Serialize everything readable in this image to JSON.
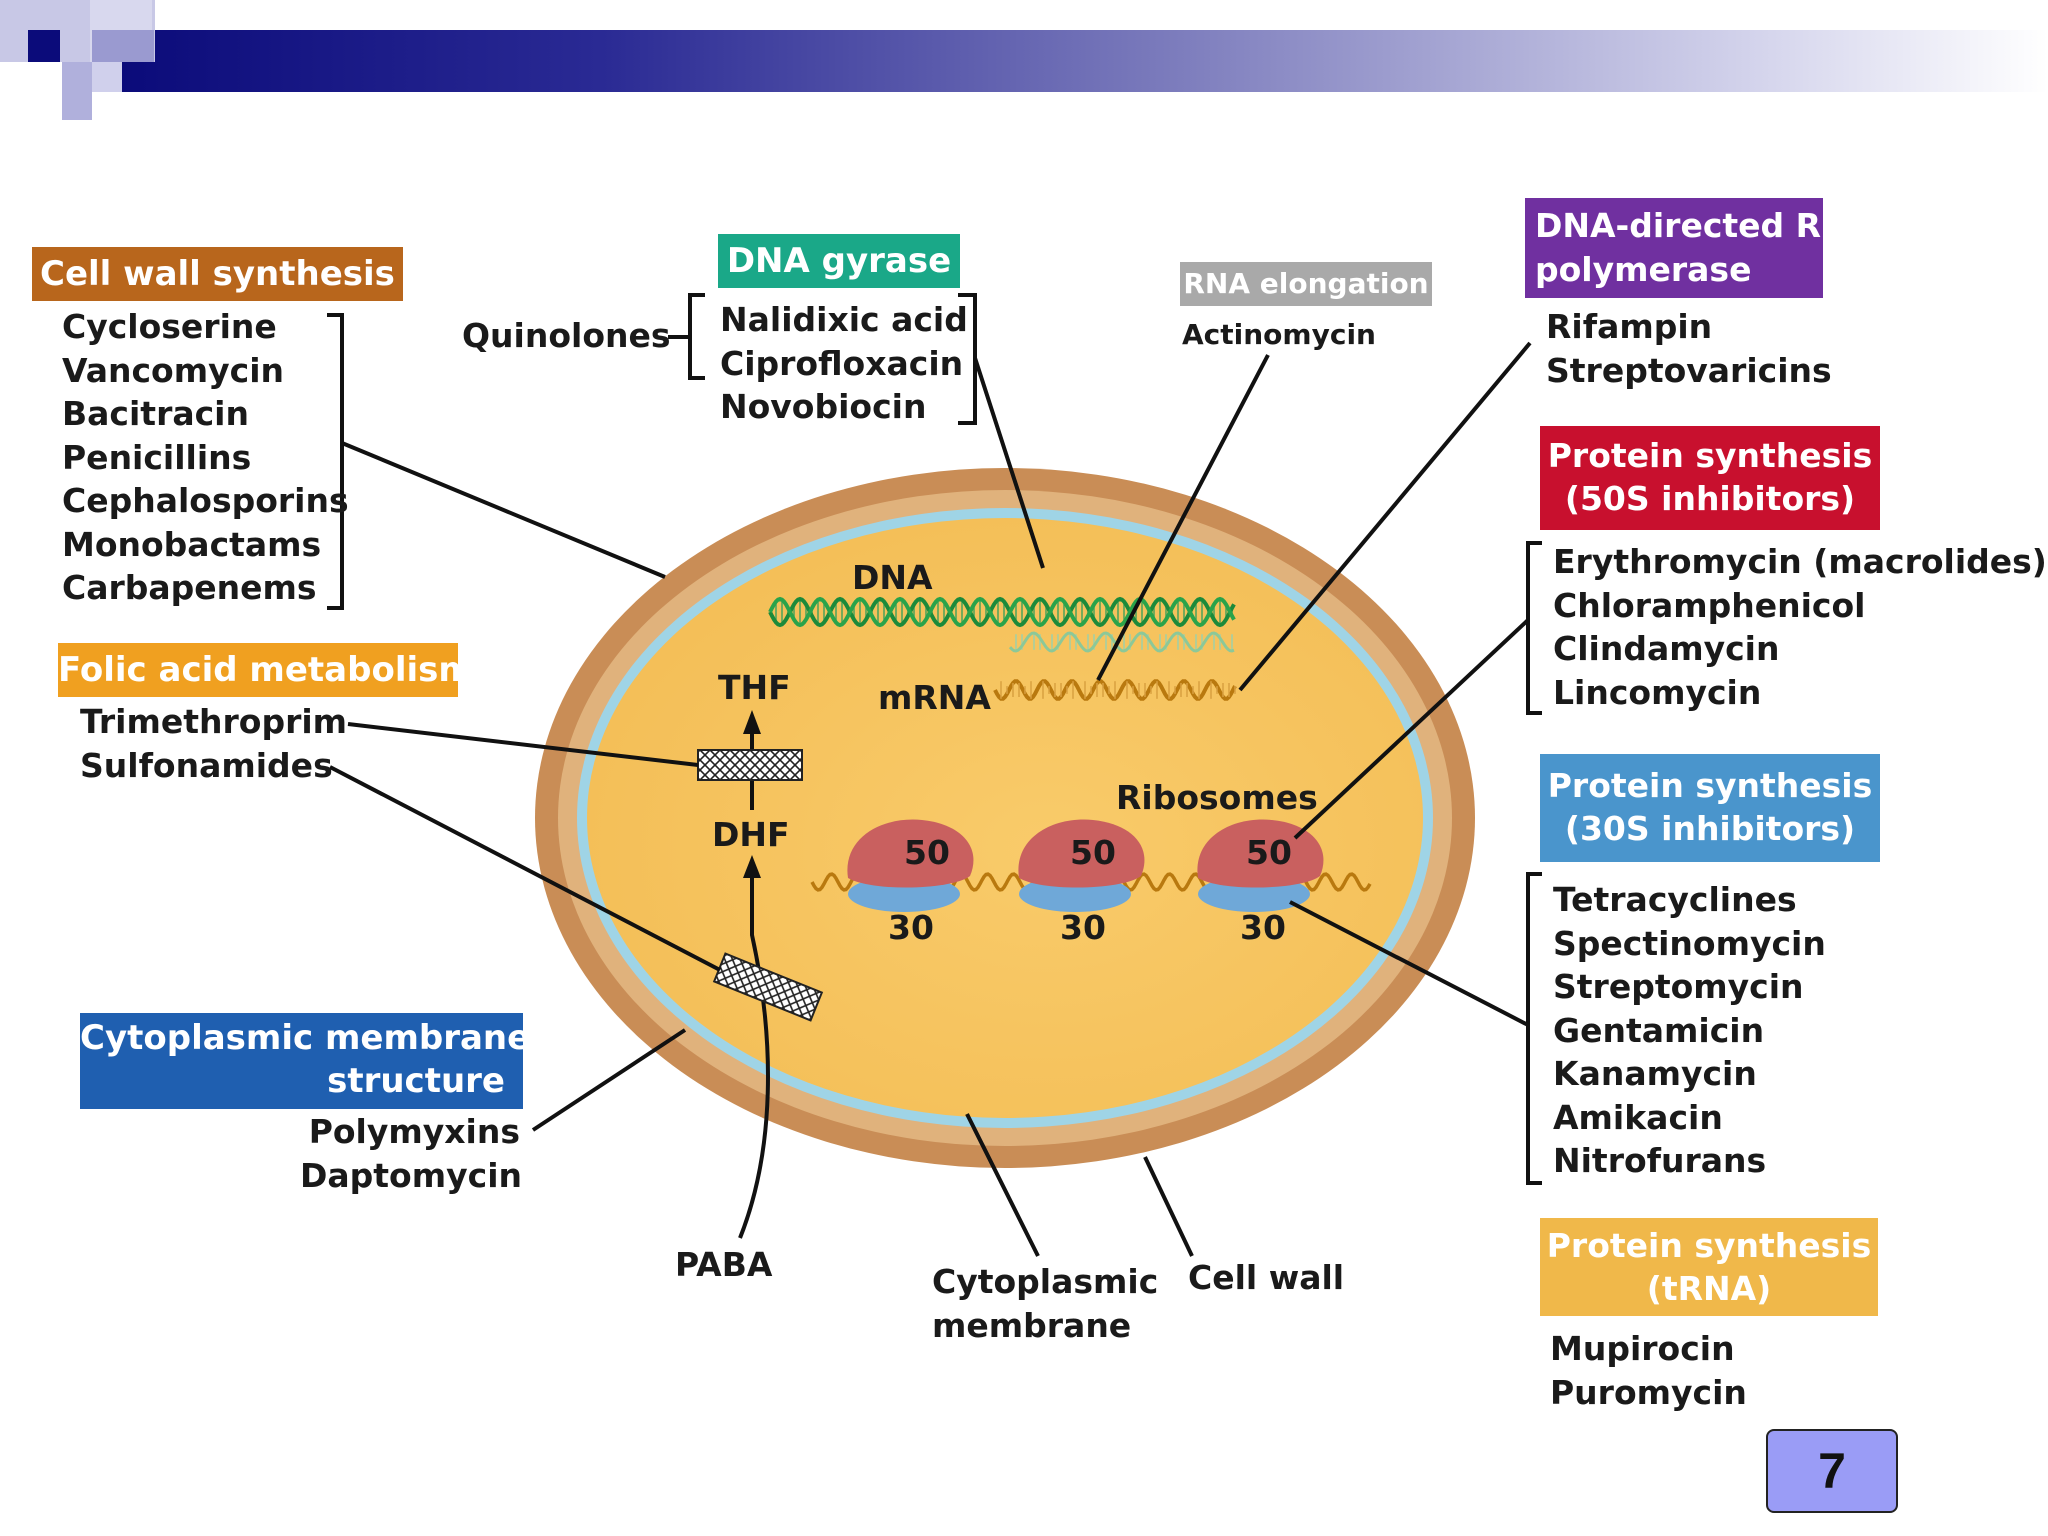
{
  "slide": {
    "page_number": "7"
  },
  "categories": {
    "cell_wall": {
      "title": "Cell wall synthesis",
      "color": "#b8661c",
      "drugs": [
        "Cycloserine",
        "Vancomycin",
        "Bacitracin",
        "Penicillins",
        "Cephalosporins",
        "Monobactams",
        "Carbapenems"
      ]
    },
    "dna_gyrase": {
      "title": "DNA gyrase",
      "color": "#1aa888",
      "group_label": "Quinolones",
      "drugs": [
        "Nalidixic acid",
        "Ciprofloxacin",
        "Novobiocin"
      ]
    },
    "rna_elongation": {
      "title": "RNA elongation",
      "color": "#a9a9a9",
      "drugs": [
        "Actinomycin"
      ]
    },
    "rna_polymerase": {
      "title_line1": "DNA-directed RNA",
      "title_line2": "polymerase",
      "color": "#7030a0",
      "drugs": [
        "Rifampin",
        "Streptovaricins"
      ]
    },
    "protein_50s": {
      "title_line1": "Protein synthesis",
      "title_line2": "(50S inhibitors)",
      "color": "#c8102e",
      "drugs": [
        "Erythromycin (macrolides)",
        "Chloramphenicol",
        "Clindamycin",
        "Lincomycin"
      ]
    },
    "protein_30s": {
      "title_line1": "Protein synthesis",
      "title_line2": "(30S inhibitors)",
      "color": "#4a95cc",
      "drugs": [
        "Tetracyclines",
        "Spectinomycin",
        "Streptomycin",
        "Gentamicin",
        "Kanamycin",
        "Amikacin",
        "Nitrofurans"
      ]
    },
    "protein_trna": {
      "title_line1": "Protein synthesis",
      "title_line2": "(tRNA)",
      "color": "#f0b84a",
      "drugs": [
        "Mupirocin",
        "Puromycin"
      ]
    },
    "folic_acid": {
      "title": "Folic acid metabolism",
      "color": "#f0a020",
      "drugs": [
        "Trimethroprim",
        "Sulfonamides"
      ]
    },
    "membrane": {
      "title_line1": "Cytoplasmic membrane",
      "title_line2": "structure",
      "color": "#1f5fb0",
      "drugs": [
        "Polymyxins",
        "Daptomycin"
      ]
    }
  },
  "cell_labels": {
    "dna": "DNA",
    "mrna": "mRNA",
    "thf": "THF",
    "dhf": "DHF",
    "ribosomes": "Ribosomes",
    "large_subunit": "50",
    "small_subunit": "30",
    "paba": "PABA",
    "membrane_line1": "Cytoplasmic",
    "membrane_line2": "membrane",
    "cell_wall": "Cell wall"
  }
}
